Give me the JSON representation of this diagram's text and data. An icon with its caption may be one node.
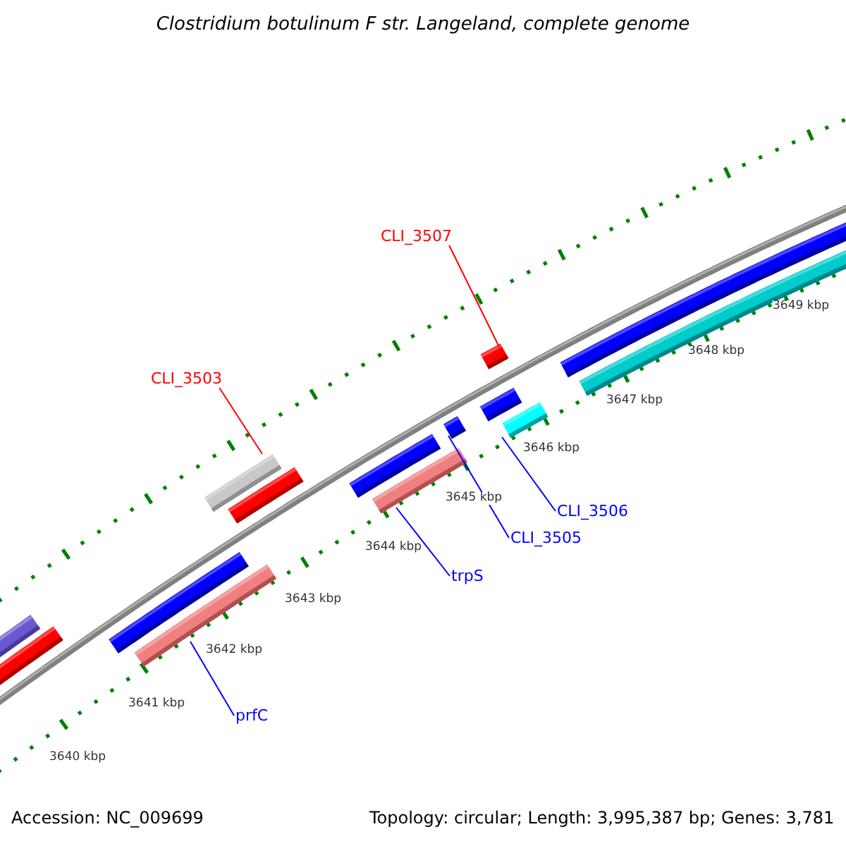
{
  "diagram": {
    "title": "Clostridium botulinum F str. Langeland, complete genome",
    "nodes": [
      {
        "text": [
          "CLI_3507"
        ]
      },
      {
        "text": [],
        "shape": "bar"
      },
      {
        "text": [
          "CLI_3503"
        ]
      },
      {
        "text": [],
        "shape": "bar"
      },
      {
        "text": [
          "CLI_3506"
        ]
      },
      {
        "text": [],
        "shape": "bar"
      },
      {
        "text": [
          "CLI_3505"
        ]
      },
      {
        "text": [],
        "shape": "bar"
      },
      {
        "text": [
          "trpS"
        ]
      },
      {
        "text": [],
        "shape": "bar"
      },
      {
        "text": [
          "prfC"
        ]
      },
      {
        "text": [],
        "shape": "bar"
      }
    ],
    "edges": [
      {
        "from": 0,
        "to": 1,
        "arrow": "none",
        "color": "#ff0000"
      },
      {
        "from": 2,
        "to": 3,
        "arrow": "none",
        "color": "#ff0000"
      },
      {
        "from": 4,
        "to": 5,
        "arrow": "none"
      },
      {
        "from": 6,
        "to": 7,
        "arrow": "none"
      },
      {
        "from": 8,
        "to": 9,
        "arrow": "none"
      },
      {
        "from": 10,
        "to": 11,
        "arrow": "none"
      }
    ],
    "labels": [
      "3649 kbp",
      "3648 kbp",
      "3647 kbp",
      "3646 kbp",
      "3645 kbp",
      "3644 kbp",
      "3643 kbp",
      "3642 kbp",
      "3641 kbp",
      "3640 kbp",
      "Accession: NC_009699",
      "Topology: circular; Length: 3,995,387 bp; Genes: 3,781"
    ]
  }
}
